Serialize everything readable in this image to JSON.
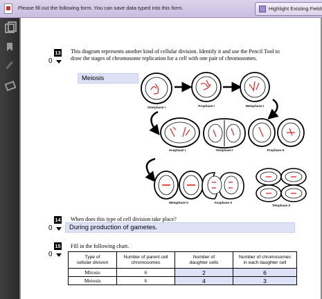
{
  "notification": {
    "message": "Please fill out the following form. You can save data typed into this form.",
    "highlight_button": "Highlight Existing Fields"
  },
  "questions": {
    "q13": {
      "number": "13",
      "score": "0",
      "text_line1": "This diagram represents another kind of cellular division.  Identify it and use the Pencil Tool to",
      "text_line2": "draw the stages of chromosome replication for a cell with one pair of chromosomes.",
      "answer": "Meiosis"
    },
    "q14": {
      "number": "14",
      "score": "0",
      "text": "When does this type of cell division take place?",
      "answer": "During production of gametes."
    },
    "q15": {
      "number": "15",
      "score": "0",
      "text": "Fill in the following chart."
    }
  },
  "diagram": {
    "stage_labels": {
      "interphase_1": "Interphase I",
      "prophase_1": "Prophase I",
      "metaphase_1": "Metaphase I",
      "anaphase_1": "Anaphase I",
      "telophase_1": "Telophase I",
      "prophase_2": "Prophase II",
      "metaphase_2": "Metaphase II",
      "anaphase_2": "Anaphase II",
      "telophase_2": "Telophase II"
    }
  },
  "chart": {
    "headers": {
      "type_l1": "Type of",
      "type_l2": "cellular division",
      "parent_l1": "Number of parent cell",
      "parent_l2": "chromosomes",
      "daughter_l1": "Number of",
      "daughter_l2": "daughter cells",
      "chrom_l1": "Number of chromosomes",
      "chrom_l2": "in each daughter cell"
    },
    "rows": [
      {
        "type": "Mitosis",
        "parent": "6",
        "daughter": "2",
        "chromosomes": "6"
      },
      {
        "type": "Meiosis",
        "parent": "6",
        "daughter": "4",
        "chromosomes": "3"
      }
    ]
  },
  "colors": {
    "field_fill": "#dde2f7",
    "chromosome": "#e02020",
    "toolbar": "#d4c9e6"
  }
}
